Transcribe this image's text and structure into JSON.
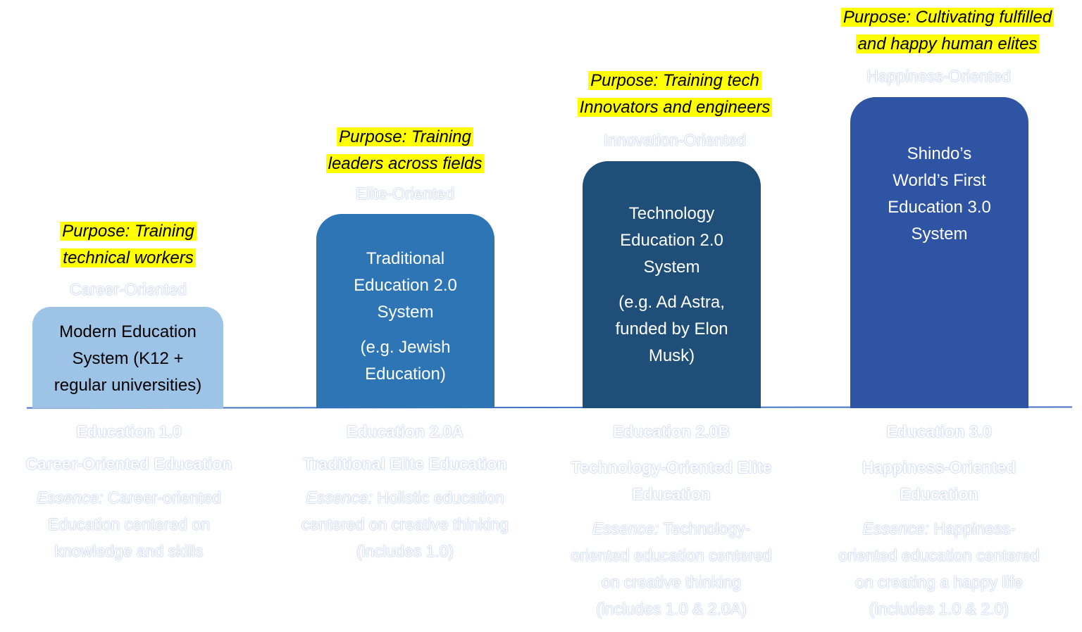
{
  "columns": [
    {
      "purpose": [
        "Purpose: Training",
        "technical workers"
      ],
      "orientation": "Career-Oriented",
      "box_lines": [
        "Modern Education",
        "System (K12 +",
        "regular universities)"
      ],
      "box_example": [],
      "box_color": "#9dc3e6",
      "box_text_color": "#000000",
      "level": "Education 1.0",
      "name": [
        "Career-Oriented Education"
      ],
      "essence_label": "Essence:",
      "essence": [
        " Career-oriented",
        "Education centered on",
        "knowledge and skills"
      ]
    },
    {
      "purpose": [
        "Purpose: Training",
        "leaders across fields"
      ],
      "orientation": "Elite-Oriented",
      "box_lines": [
        "Traditional",
        "Education 2.0",
        "System"
      ],
      "box_example": [
        "(e.g. Jewish",
        "Education)"
      ],
      "box_color": "#2e75b6",
      "box_text_color": "#ffffff",
      "level": "Education 2.0A",
      "name": [
        "Traditional Elite Education"
      ],
      "essence_label": "Essence:",
      "essence": [
        " Holistic education",
        "centered on creative thinking",
        "(includes 1.0)"
      ]
    },
    {
      "purpose": [
        "Purpose: Training tech",
        "Innovators and engineers"
      ],
      "orientation": "Innovation-Oriented",
      "box_lines": [
        "Technology",
        "Education 2.0",
        "System"
      ],
      "box_example": [
        "(e.g. Ad Astra,",
        "funded by Elon",
        "Musk)"
      ],
      "box_color": "#1f4e79",
      "box_text_color": "#ffffff",
      "level": "Education 2.0B",
      "name": [
        "Technology-Oriented Elite",
        "Education"
      ],
      "essence_label": "Essence:",
      "essence": [
        " Technology-",
        "oriented education centered",
        "on creative thinking",
        "(includes 1.0 & 2.0A)"
      ]
    },
    {
      "purpose": [
        "Purpose: Cultivating fulfilled",
        "and happy human elites"
      ],
      "orientation": "Happiness-Oriented",
      "box_lines": [
        "Shindo’s",
        "World’s First",
        "Education 3.0",
        "System"
      ],
      "box_example": [],
      "box_color": "#2f54a3",
      "box_text_color": "#ffffff",
      "level": "Education 3.0",
      "name": [
        "Happiness-Oriented",
        "Education"
      ],
      "essence_label": "Essence:",
      "essence": [
        " Happiness-",
        "oriented education centered",
        "on creating a happy life",
        "(includes 1.0 & 2.0)"
      ]
    }
  ]
}
